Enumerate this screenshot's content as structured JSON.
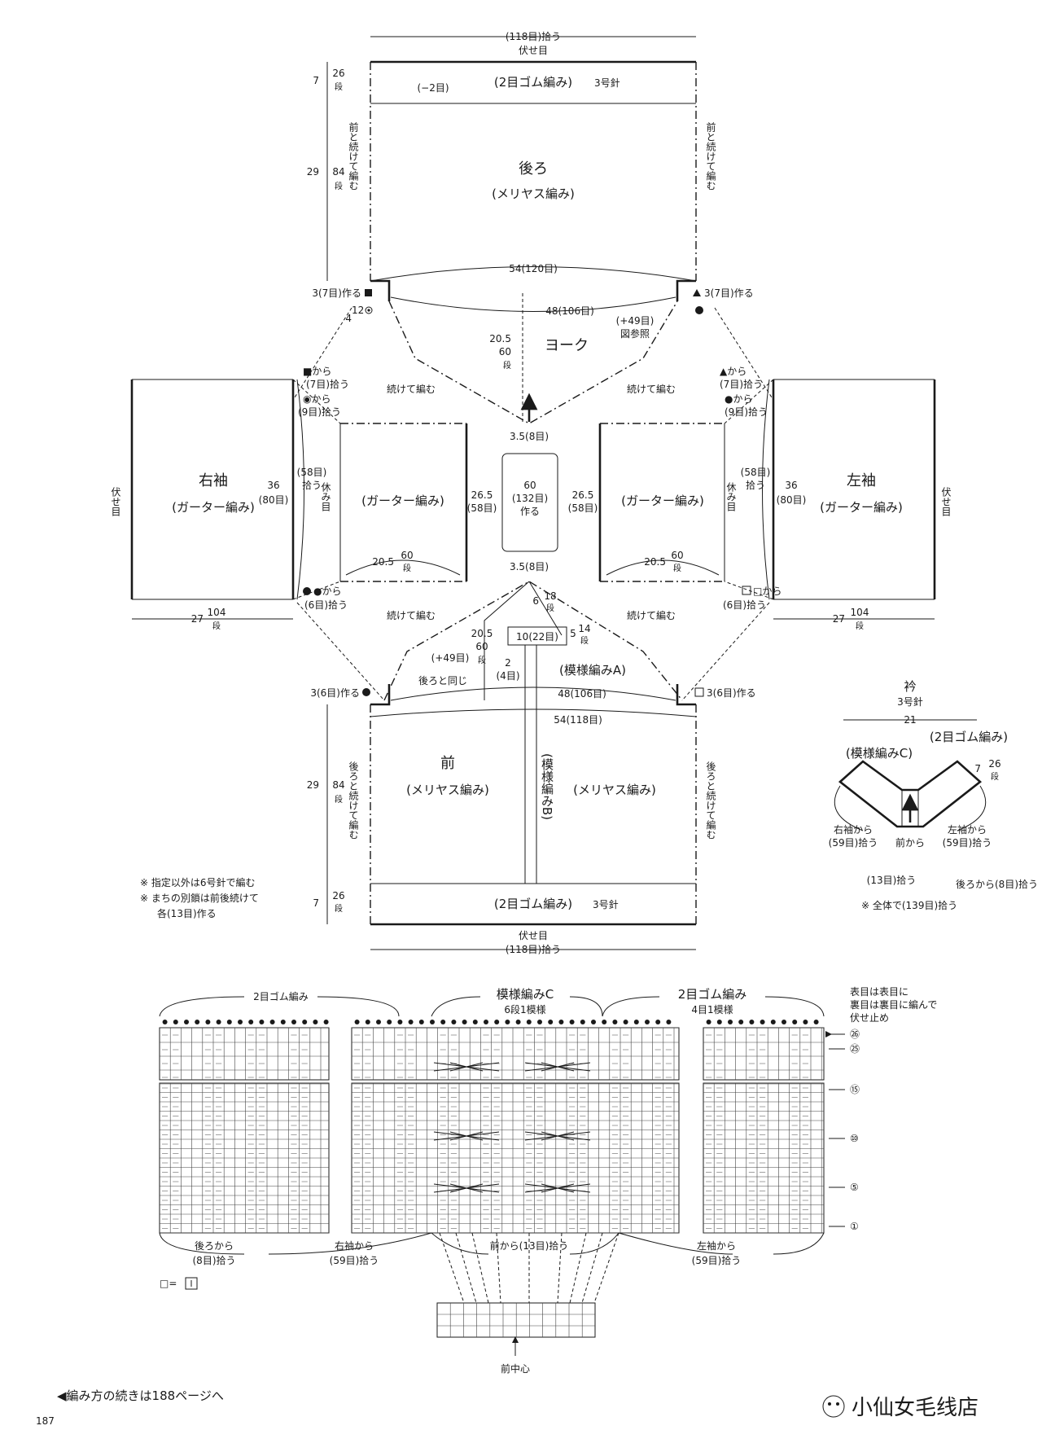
{
  "back": {
    "top_stitches": "(118目)拾う",
    "bind_off": "伏せ目",
    "ribbing": "(2目ゴム編み)",
    "needle_3": "3号針",
    "decrease": "(−2目)",
    "rib_h": "7",
    "rib_rows": "26",
    "dan": "段",
    "title": "後ろ",
    "subtitle": "(メリヤス編み)",
    "body_h": "29",
    "body_rows": "84",
    "continue_left": "前と続けて編む",
    "continue_right": "前と続けて編む",
    "bottom_width": "54(120目)",
    "gusset_h": "3",
    "gusset_rows": "12",
    "gusset_h2": "4"
  },
  "yoke": {
    "left_cast": "3(7目)作る",
    "right_cast": "3(7目)作る",
    "width_top": "48(106目)",
    "increase": "(+49目)",
    "see_fig": "図参照",
    "depth": "20.5",
    "rows": "60",
    "dan": "段",
    "title": "ヨーク",
    "continue_1": "続けて編む",
    "continue_2": "続けて編む",
    "continue_3": "続けて編む",
    "continue_4": "続けて編む",
    "center_top": "3.5(8目)",
    "center_bottom": "3.5(8目)",
    "center_w": "60",
    "center_stitches": "(132目)",
    "center_make": "作る"
  },
  "sleeve_right": {
    "title": "右袖",
    "subtitle": "(ガーター編み)",
    "bind_off": "伏せ目",
    "width": "36",
    "width_stitches": "(80目)",
    "pick_58": "(58目)",
    "pick_58_u": "拾う",
    "rest": "休み目",
    "from_square": "■から",
    "pick_7": "(7目)拾う",
    "from_circle": "◉から",
    "pick_9": "(9目)拾う",
    "from_dot": "●から",
    "pick_6": "(6目)拾う",
    "length": "27",
    "length_rows": "104",
    "dan": "段",
    "inner_title": "(ガーター編み)",
    "inner_h": "26.5",
    "inner_rows": "(58目)",
    "inner_w": "20.5",
    "inner_w_rows": "60"
  },
  "sleeve_left": {
    "title": "左袖",
    "subtitle": "(ガーター編み)",
    "bind_off": "伏せ目",
    "width": "36",
    "width_stitches": "(80目)",
    "pick_58": "(58目)",
    "pick_58_u": "拾う",
    "rest": "休み目",
    "from_tri": "▲から",
    "pick_7": "(7目)拾う",
    "from_dot": "●から",
    "pick_9": "(9目)拾う",
    "from_sq": "□から",
    "pick_6": "(6目)拾う",
    "length": "27",
    "length_rows": "104",
    "dan": "段",
    "inner_title": "(ガーター編み)",
    "inner_h": "26.5",
    "inner_rows": "(58目)",
    "inner_w": "20.5",
    "inner_w_rows": "60"
  },
  "front": {
    "placket_h": "6",
    "placket_rows": "18",
    "placket_w": "10(22目)",
    "placket_h2": "5",
    "placket_rows2": "14",
    "placket_small": "2",
    "placket_small_st": "(4目)",
    "pattern_a": "(模様編みA)",
    "increase": "(+49目)",
    "same_as_back": "後ろと同じ",
    "depth": "20.5",
    "rows": "60",
    "dan": "段",
    "left_cast": "3(6目)作る",
    "right_cast": "3(6目)作る",
    "width_top": "48(106目)",
    "width": "54(118目)",
    "title": "前",
    "subtitle": "(メリヤス編み)",
    "subtitle2": "(メリヤス編み)",
    "pattern_b": "(模様編みB)",
    "body_h": "29",
    "body_rows": "84",
    "continue_left": "後ろと続けて編む",
    "continue_right": "後ろと続けて編む",
    "ribbing": "(2目ゴム編み)",
    "needle_3": "3号針",
    "rib_h": "7",
    "rib_rows": "26",
    "bind_off": "伏せ目",
    "bottom_stitches": "(118目)拾う"
  },
  "notes": {
    "note1": "※ 指定以外は6号針で編む",
    "note2": "※ まちの別鎖は前後続けて",
    "note3": "各(13目)作る"
  },
  "collar": {
    "title": "衿",
    "needle": "3号針",
    "width": "21",
    "ribbing": "(2目ゴム編み)",
    "pattern_c": "(模様編みC)",
    "h": "7",
    "rows": "26",
    "dan": "段",
    "from_right": "右袖から",
    "pick_59r": "(59目)拾う",
    "from_front": "前から",
    "pick_13": "(13目)拾う",
    "from_left": "左袖から",
    "pick_59l": "(59目)拾う",
    "from_back": "後ろから(8目)拾う",
    "total": "※ 全体で(139目)拾う"
  },
  "chart": {
    "rib_label": "2目ゴム編み",
    "pattern_c": "模様編みC",
    "pattern_repeat": "6段1模様",
    "rib_label2": "2目ゴム編み",
    "rib_repeat": "4目1模様",
    "bindoff_note1": "表目は表目に",
    "bindoff_note2": "裏目は裏目に編んで",
    "bindoff_note3": "伏せ止め",
    "row26": "㉖",
    "row25": "㉕",
    "row15": "⑮",
    "row10": "⑩",
    "row5": "⑤",
    "row1": "①",
    "from_back": "後ろから",
    "pick_8": "(8目)拾う",
    "from_right": "右袖から",
    "pick_59r": "(59目)拾う",
    "from_front": "前から(13目)拾う",
    "from_left": "左袖から",
    "pick_59l": "(59目)拾う",
    "legend_eq": "□=",
    "front_center": "前中心"
  },
  "footer": {
    "continue_note": "◀編み方の続きは188ページへ",
    "page_number": "187",
    "watermark": "小仙女毛线店"
  }
}
